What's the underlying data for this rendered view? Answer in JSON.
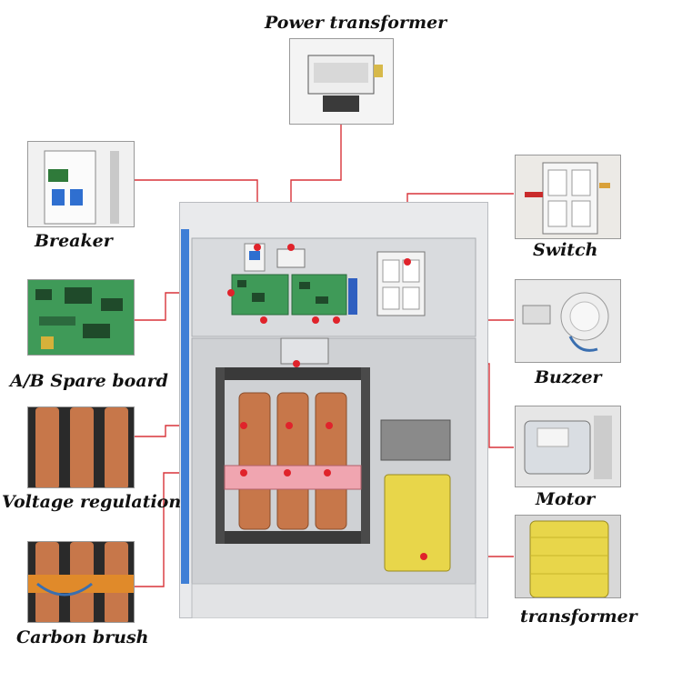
{
  "labels": {
    "power_transformer": "Power transformer",
    "breaker": "Breaker",
    "switch": "Switch",
    "spare_board": "A/B Spare board",
    "buzzer": "Buzzer",
    "voltage_regulation": "Voltage regulation",
    "motor": "Motor",
    "carbon_brush": "Carbon brush",
    "transformer": "transformer"
  },
  "colors": {
    "leader_line": "#d9343a",
    "marker_dot": "#e0232b",
    "cabinet": "#e9eaec",
    "cabinet_edge": "#b9bcc0",
    "side_stripe": "#3f7fd6",
    "copper": "#c7774a",
    "yellow_coil": "#e8d64a",
    "pcb_green": "#3f9a58"
  }
}
